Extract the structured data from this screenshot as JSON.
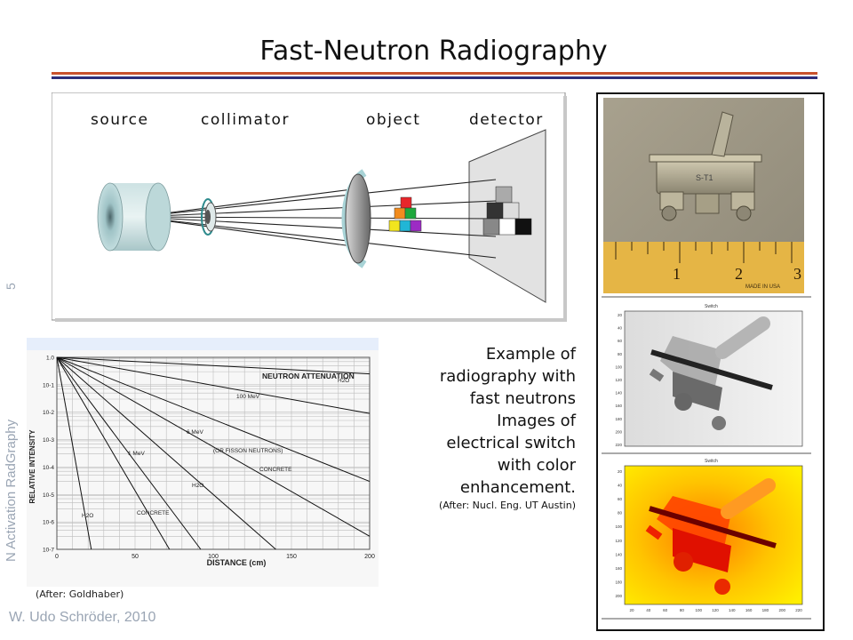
{
  "slide": {
    "title": "Fast-Neutron Radiography",
    "side_label": "N Activation RadGraphy",
    "page_number": "5",
    "footer": "W. Udo Schröder, 2010"
  },
  "setup_diagram": {
    "labels": [
      "source",
      "collimator",
      "object",
      "detector"
    ]
  },
  "attenuation_chart": {
    "attribution": "(After: Goldhaber)"
  },
  "chart_data": {
    "type": "line",
    "title": "NEUTRON ATTENUATION",
    "xlabel": "DISTANCE (cm)",
    "ylabel": "RELATIVE INTENSITY",
    "x_ticks": [
      "0",
      "50",
      "100",
      "150",
      "200"
    ],
    "y_ticks": [
      "1.0",
      "10-1",
      "10-2",
      "10-3",
      "10-4",
      "10-5",
      "10-6",
      "10-7"
    ],
    "xlim": [
      0,
      200
    ],
    "ylim_log10": [
      -7,
      0
    ],
    "log_scale_y": true,
    "grid": true,
    "series": [
      {
        "name": "H2O",
        "x": [
          0,
          200
        ],
        "y": [
          1,
          0.25
        ]
      },
      {
        "name": "100 MeV",
        "x": [
          0,
          200
        ],
        "y": [
          1,
          0.009
        ]
      },
      {
        "name": "6 MeV",
        "x": [
          0,
          200
        ],
        "y": [
          1,
          3e-05
        ]
      },
      {
        "name": "CONCRETE",
        "x": [
          0,
          200
        ],
        "y": [
          1,
          3e-07
        ]
      },
      {
        "name": "H2O",
        "x": [
          0,
          140
        ],
        "y": [
          1,
          1e-07
        ]
      },
      {
        "name": "1 MeV",
        "x": [
          0,
          92
        ],
        "y": [
          1,
          1e-07
        ]
      },
      {
        "name": "CONCRETE",
        "x": [
          0,
          72
        ],
        "y": [
          1,
          1e-07
        ]
      },
      {
        "name": "H2O",
        "x": [
          0,
          22
        ],
        "y": [
          1,
          1e-07
        ]
      }
    ],
    "annotations": [
      "(OR FISSON NEUTRONS)"
    ]
  },
  "caption": {
    "lines": [
      "Example of",
      "radiography with",
      "fast neutrons",
      "Images of",
      "electrical switch",
      "with color",
      "enhancement."
    ],
    "source": "(After: Nucl. Eng. UT Austin)"
  },
  "photos": {
    "panel_titles": [
      "Switch",
      "Switch"
    ],
    "ruler_numbers": [
      "1",
      "2",
      "3"
    ],
    "ruler_text": "MADE IN USA",
    "switch_text": "S-T1",
    "axis_y": [
      "20",
      "40",
      "60",
      "80",
      "100",
      "120",
      "140",
      "160",
      "180",
      "200",
      "220"
    ],
    "axis_y_color": [
      "20",
      "40",
      "60",
      "80",
      "100",
      "120",
      "140",
      "160",
      "180",
      "200"
    ],
    "axis_x": [
      "20",
      "40",
      "60",
      "80",
      "100",
      "120",
      "140",
      "160",
      "180",
      "200",
      "220"
    ]
  },
  "colors": {
    "rule_top": "#c9522c",
    "rule_bottom": "#2e2f7a",
    "muted_text": "#9aa5b4"
  }
}
